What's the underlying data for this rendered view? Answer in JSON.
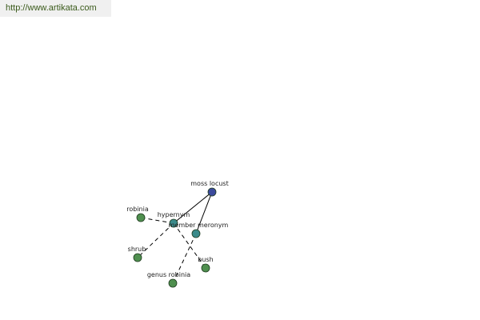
{
  "header": {
    "url_text": "http://www.artikata.com"
  },
  "colors": {
    "root_node": "#3b4a9c",
    "relation_node": "#3a8a8a",
    "leaf_node": "#4f8f4f"
  },
  "graph": {
    "nodes": [
      {
        "id": "moss-locust",
        "label": "moss locust",
        "kind": "root"
      },
      {
        "id": "hypernym",
        "label": "hypernym",
        "kind": "relation"
      },
      {
        "id": "member-meronym",
        "label": "member meronym",
        "kind": "relation"
      },
      {
        "id": "robinia",
        "label": "robinia",
        "kind": "leaf"
      },
      {
        "id": "shrub",
        "label": "shrub",
        "kind": "leaf"
      },
      {
        "id": "bush",
        "label": "bush",
        "kind": "leaf"
      },
      {
        "id": "genus-robinia",
        "label": "genus robinia",
        "kind": "leaf"
      }
    ],
    "edges": [
      {
        "from": "moss-locust",
        "to": "hypernym",
        "style": "solid"
      },
      {
        "from": "moss-locust",
        "to": "member-meronym",
        "style": "solid"
      },
      {
        "from": "hypernym",
        "to": "robinia",
        "style": "dashed"
      },
      {
        "from": "hypernym",
        "to": "shrub",
        "style": "dashed"
      },
      {
        "from": "hypernym",
        "to": "bush",
        "style": "dashed"
      },
      {
        "from": "member-meronym",
        "to": "genus-robinia",
        "style": "dashed"
      }
    ]
  }
}
